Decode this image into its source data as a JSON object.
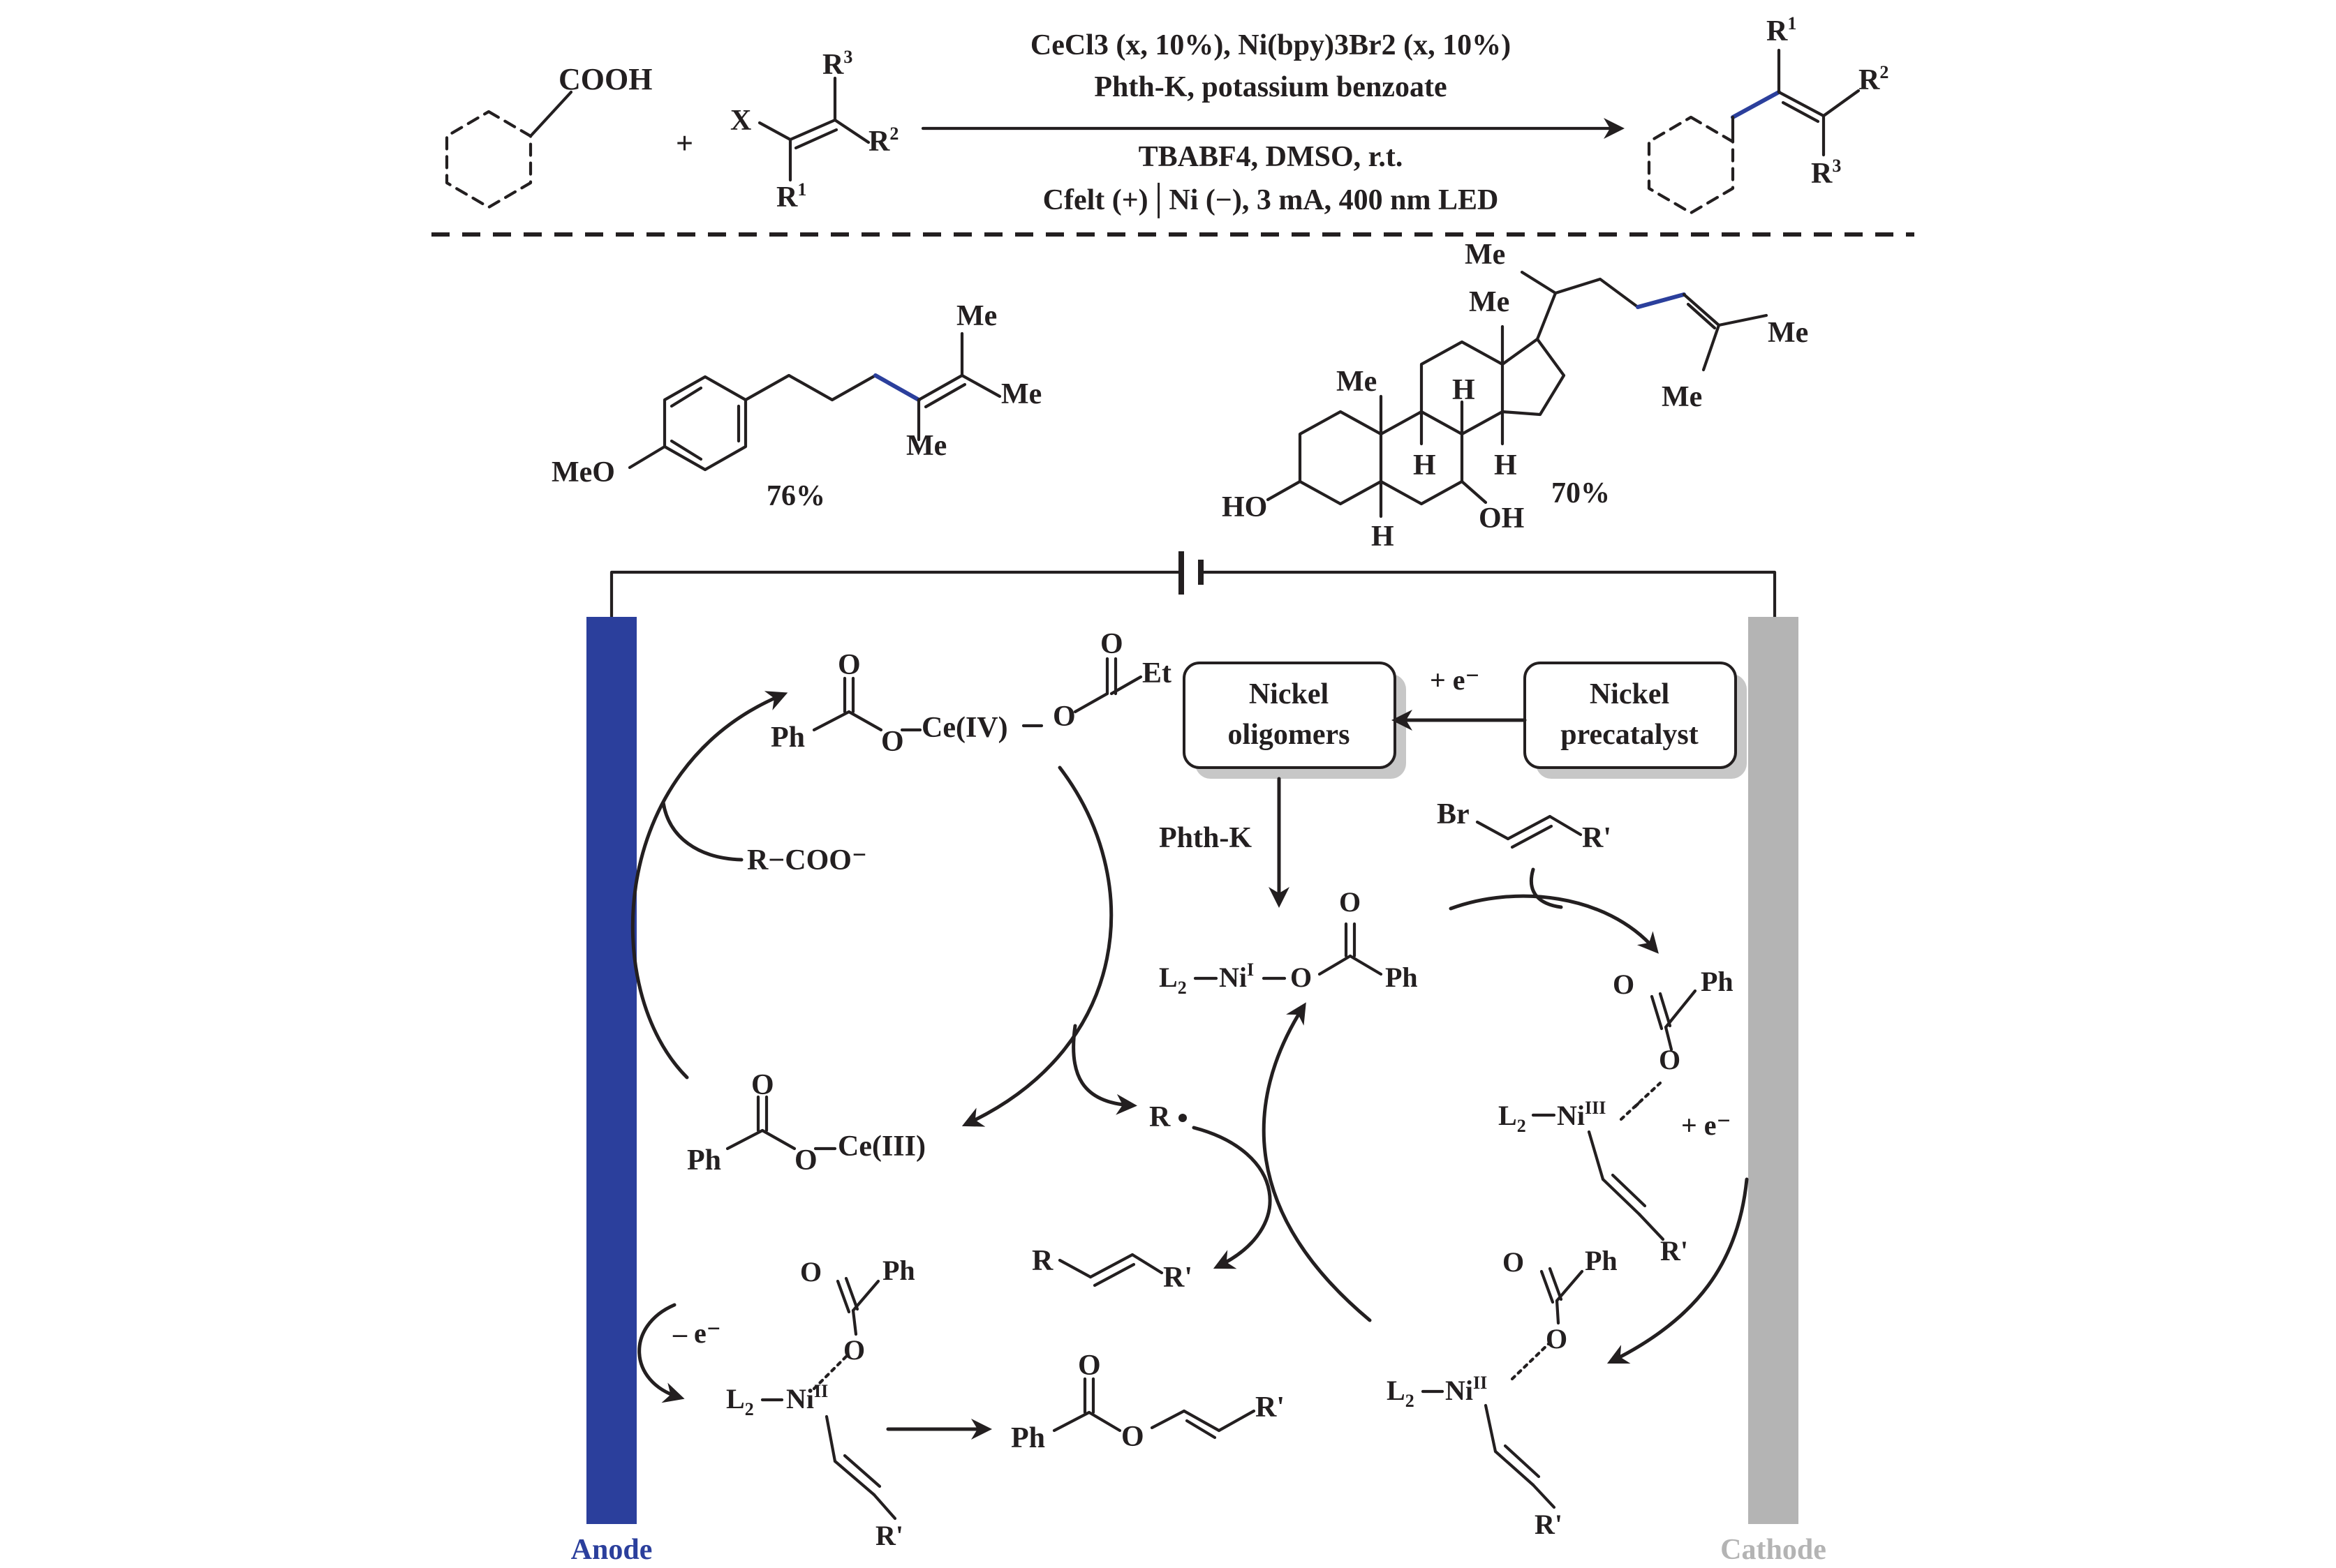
{
  "colors": {
    "anode": "#2b3f9c",
    "cathode": "#b4b4b4",
    "ink": "#231f20",
    "highlight_bond": "#2b3f9c"
  },
  "reaction": {
    "acid_label": "COOH",
    "plus": "+",
    "x_label": "X",
    "r1": "R",
    "r1_sup": "1",
    "r2": "R",
    "r2_sup": "2",
    "r3": "R",
    "r3_sup": "3",
    "conditions_line1": "CeCl3 (x, 10%), Ni(bpy)3Br2 (x, 10%)",
    "conditions_line2": "Phth-K, potassium benzoate",
    "conditions_line3": "TBABF4, DMSO, r.t.",
    "conditions_line4": "Cfelt (+)│Ni (−), 3 mA, 400 nm LED"
  },
  "examples": [
    {
      "substituent": "MeO",
      "me": "Me",
      "yield": "76%"
    },
    {
      "me": "Me",
      "h": "H",
      "ho": "HO",
      "oh": "OH",
      "yield": "70%"
    }
  ],
  "mechanism": {
    "nickel_oligomers": [
      "Nickel",
      "oligomers"
    ],
    "nickel_precatalyst": [
      "Nickel",
      "precatalyst"
    ],
    "plus_e": "+ e⁻",
    "minus_e": "– e⁻",
    "phth_k": "Phth-K",
    "carboxylate": "R−COO⁻",
    "radical": "R",
    "ce_iv": "Ce(IV)",
    "ce_iii": "Ce(III)",
    "ph": "Ph",
    "et": "Et",
    "o": "O",
    "br": "Br",
    "r_prime": "R'",
    "r": "R",
    "l2": "L",
    "l2_sub": "2",
    "ni": "Ni",
    "ox_i": "I",
    "ox_ii": "II",
    "ox_iii": "III"
  },
  "electrodes": {
    "anode": "Anode",
    "cathode": "Cathode"
  }
}
